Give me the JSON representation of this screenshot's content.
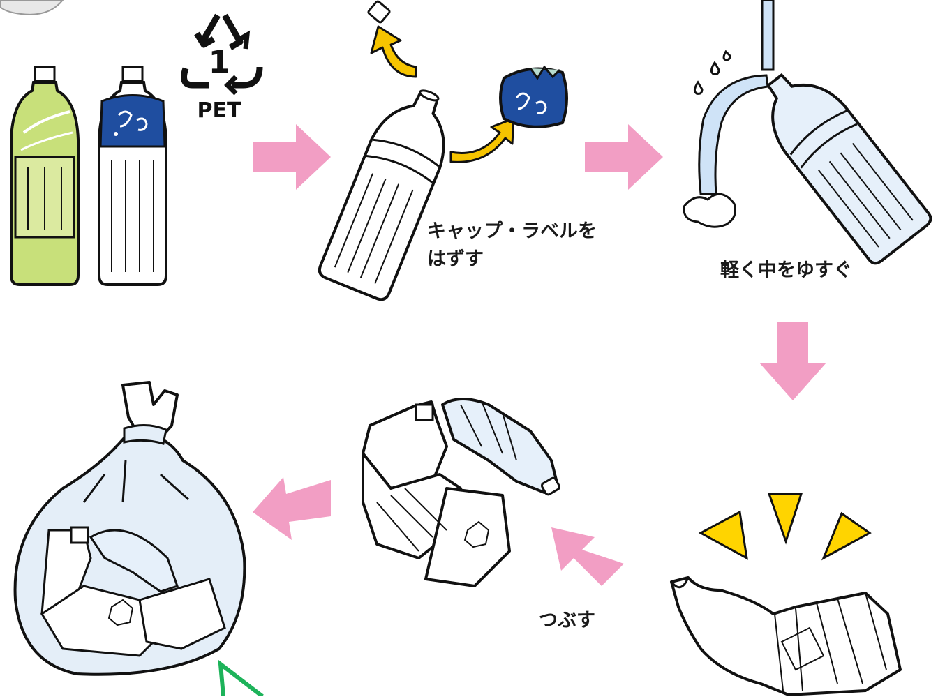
{
  "recycle_symbol": {
    "number": "1",
    "text": "PET"
  },
  "steps": {
    "remove": {
      "label": "キャップ・ラベルを\nはずす"
    },
    "rinse": {
      "label": "軽く中をゆすぐ"
    },
    "crush": {
      "label": "つぶす"
    }
  },
  "colors": {
    "arrow": "#f29ec4",
    "yellow_arrow": "#f6c400",
    "green_bottle": "#c8e07a",
    "label_blue": "#1f4ea0",
    "water": "#cfe3f7",
    "bag": "#e4eef8",
    "triangle": "#ffd400",
    "cord": "#1db35a"
  }
}
